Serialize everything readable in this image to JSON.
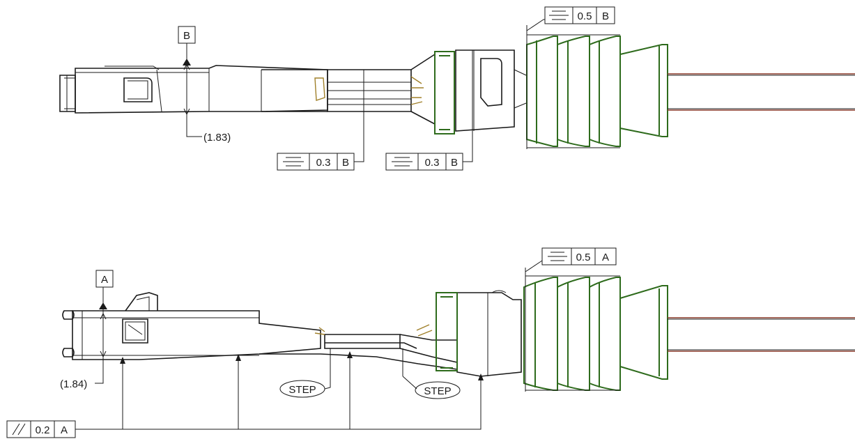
{
  "top_view": {
    "datum_label": "B",
    "reference_dim": "(1.83)",
    "fcf_left": {
      "symbol": "symmetry",
      "tolerance": "0.3",
      "datum": "B"
    },
    "fcf_mid": {
      "symbol": "symmetry",
      "tolerance": "0.3",
      "datum": "B"
    },
    "fcf_seal": {
      "symbol": "symmetry",
      "tolerance": "0.5",
      "datum": "B"
    }
  },
  "bottom_view": {
    "datum_label": "A",
    "reference_dim": "(1.84)",
    "step_label_1": "STEP",
    "step_label_2": "STEP",
    "fcf_seal": {
      "symbol": "symmetry",
      "tolerance": "0.5",
      "datum": "A"
    },
    "fcf_parallel": {
      "symbol": "parallelism",
      "tolerance": "0.2",
      "datum": "A"
    }
  },
  "colors": {
    "line": "#1a1a1a",
    "seal": "#2e6b1c",
    "wire": "#8a3a2a",
    "contact": "#a0802a"
  }
}
